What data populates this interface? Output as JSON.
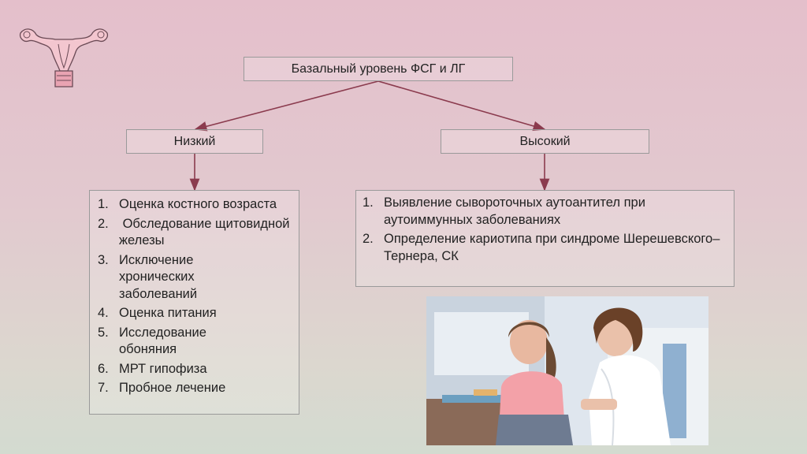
{
  "root": "Базальный уровень ФСГ и ЛГ",
  "low": {
    "label": "Низкий",
    "items": [
      {
        "num": "1.",
        "text": "Оценка костного возраста"
      },
      {
        "num": "2.",
        "text": " Обследование щитовидной железы"
      },
      {
        "num": "3.",
        "text": "Исключение хронических заболеваний"
      },
      {
        "num": "4.",
        "text": "Оценка питания"
      },
      {
        "num": "5.",
        "text": "Исследование обоняния"
      },
      {
        "num": "6.",
        "text": "МРТ гипофиза"
      },
      {
        "num": "7.",
        "text": "Пробное лечение"
      }
    ]
  },
  "high": {
    "label": "Высокий",
    "items": [
      {
        "num": "1.",
        "text": "Выявление сывороточных аутоантител при аутоиммунных заболеваниях"
      },
      {
        "num": "2.",
        "text": "Определение кариотипа при синдроме Шерешевского– Тернера, СК"
      }
    ]
  },
  "colors": {
    "arrow": "#8b3b4e",
    "border": "#9a9a9a"
  }
}
